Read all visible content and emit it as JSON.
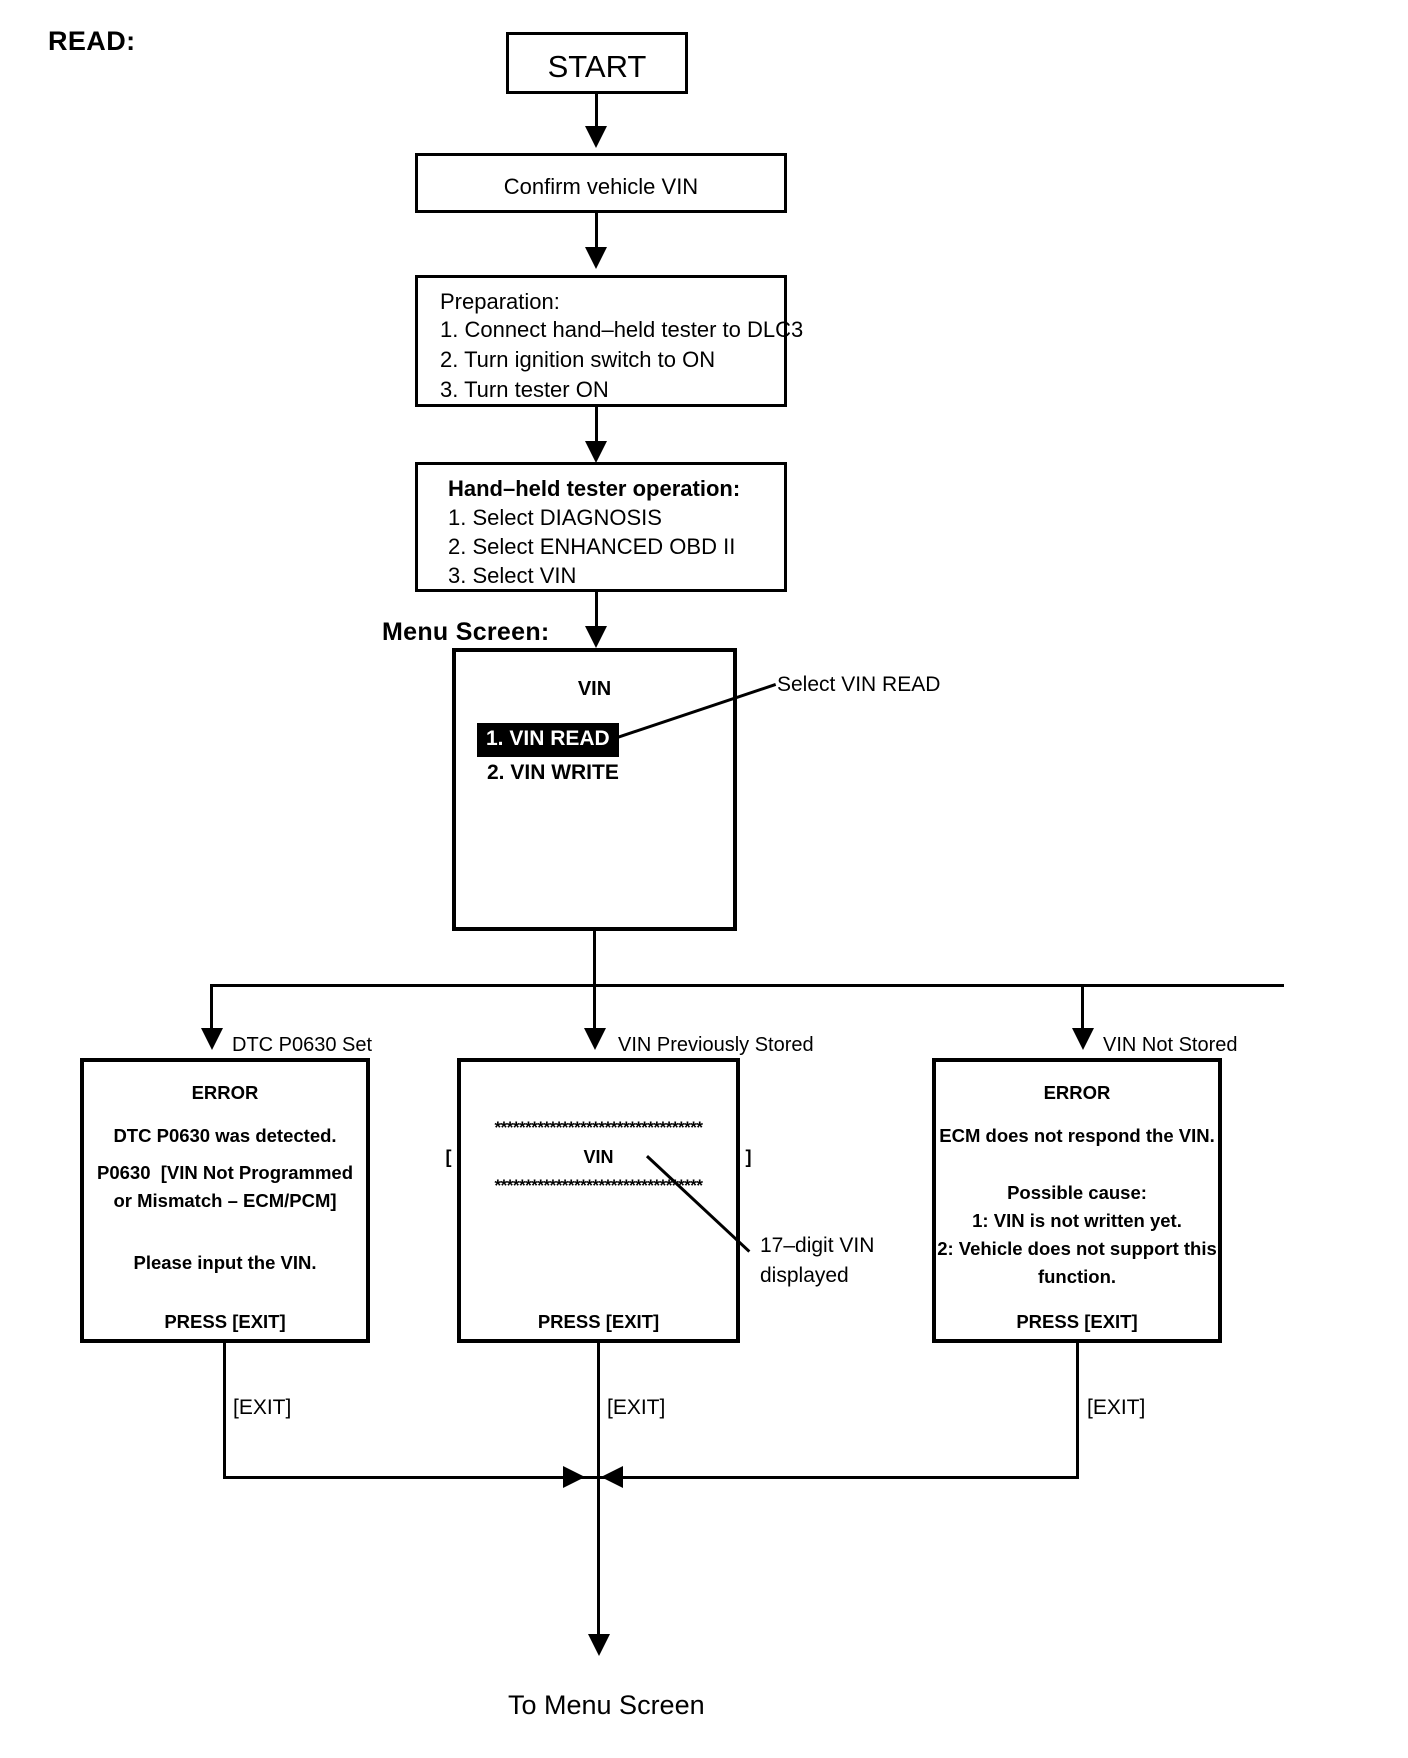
{
  "page": {
    "section_heading": "READ:",
    "footer": "To Menu Screen"
  },
  "flow": {
    "start": "START",
    "confirm_vin": "Confirm vehicle VIN",
    "preparation": {
      "title": "Preparation:",
      "steps": [
        "1. Connect hand–held tester to DLC3",
        "2. Turn ignition switch to ON",
        "3. Turn tester ON"
      ]
    },
    "tester_operation": {
      "title": "Hand–held tester operation:",
      "steps": [
        "1. Select DIAGNOSIS",
        "2. Select ENHANCED OBD II",
        "3. Select VIN"
      ]
    },
    "menu_screen_label": "Menu Screen:",
    "menu_screen": {
      "title": "VIN",
      "items": [
        {
          "label": "1. VIN READ",
          "selected": true
        },
        {
          "label": "2. VIN WRITE",
          "selected": false
        }
      ]
    },
    "select_vin_read_callout": "Select VIN READ"
  },
  "branches": [
    {
      "label": "DTC P0630 Set",
      "exit_label": "[EXIT]",
      "screen": {
        "title": "ERROR",
        "lines": [
          "DTC P0630 was detected.",
          "P0630  [VIN Not Programmed",
          "or Mismatch – ECM/PCM]",
          "Please input the VIN."
        ],
        "footer": "PRESS [EXIT]"
      }
    },
    {
      "label": "VIN Previously Stored",
      "exit_label": "[EXIT]",
      "screen": {
        "stars_top": "**********************************",
        "vin_row_left": "[",
        "vin_row_center": "VIN",
        "vin_row_right": "]",
        "stars_bottom": "**********************************",
        "footer": "PRESS [EXIT]"
      },
      "callout": [
        "17–digit VIN",
        "displayed"
      ]
    },
    {
      "label": "VIN Not Stored",
      "exit_label": "[EXIT]",
      "screen": {
        "title": "ERROR",
        "lines": [
          "ECM does not respond the VIN.",
          "Possible cause:",
          "1: VIN is not written yet.",
          "2: Vehicle does not support this",
          "function."
        ],
        "footer": "PRESS [EXIT]"
      }
    }
  ],
  "colors": {
    "line": "#000000",
    "background": "#ffffff",
    "highlight_bg": "#000000",
    "highlight_fg": "#ffffff"
  }
}
